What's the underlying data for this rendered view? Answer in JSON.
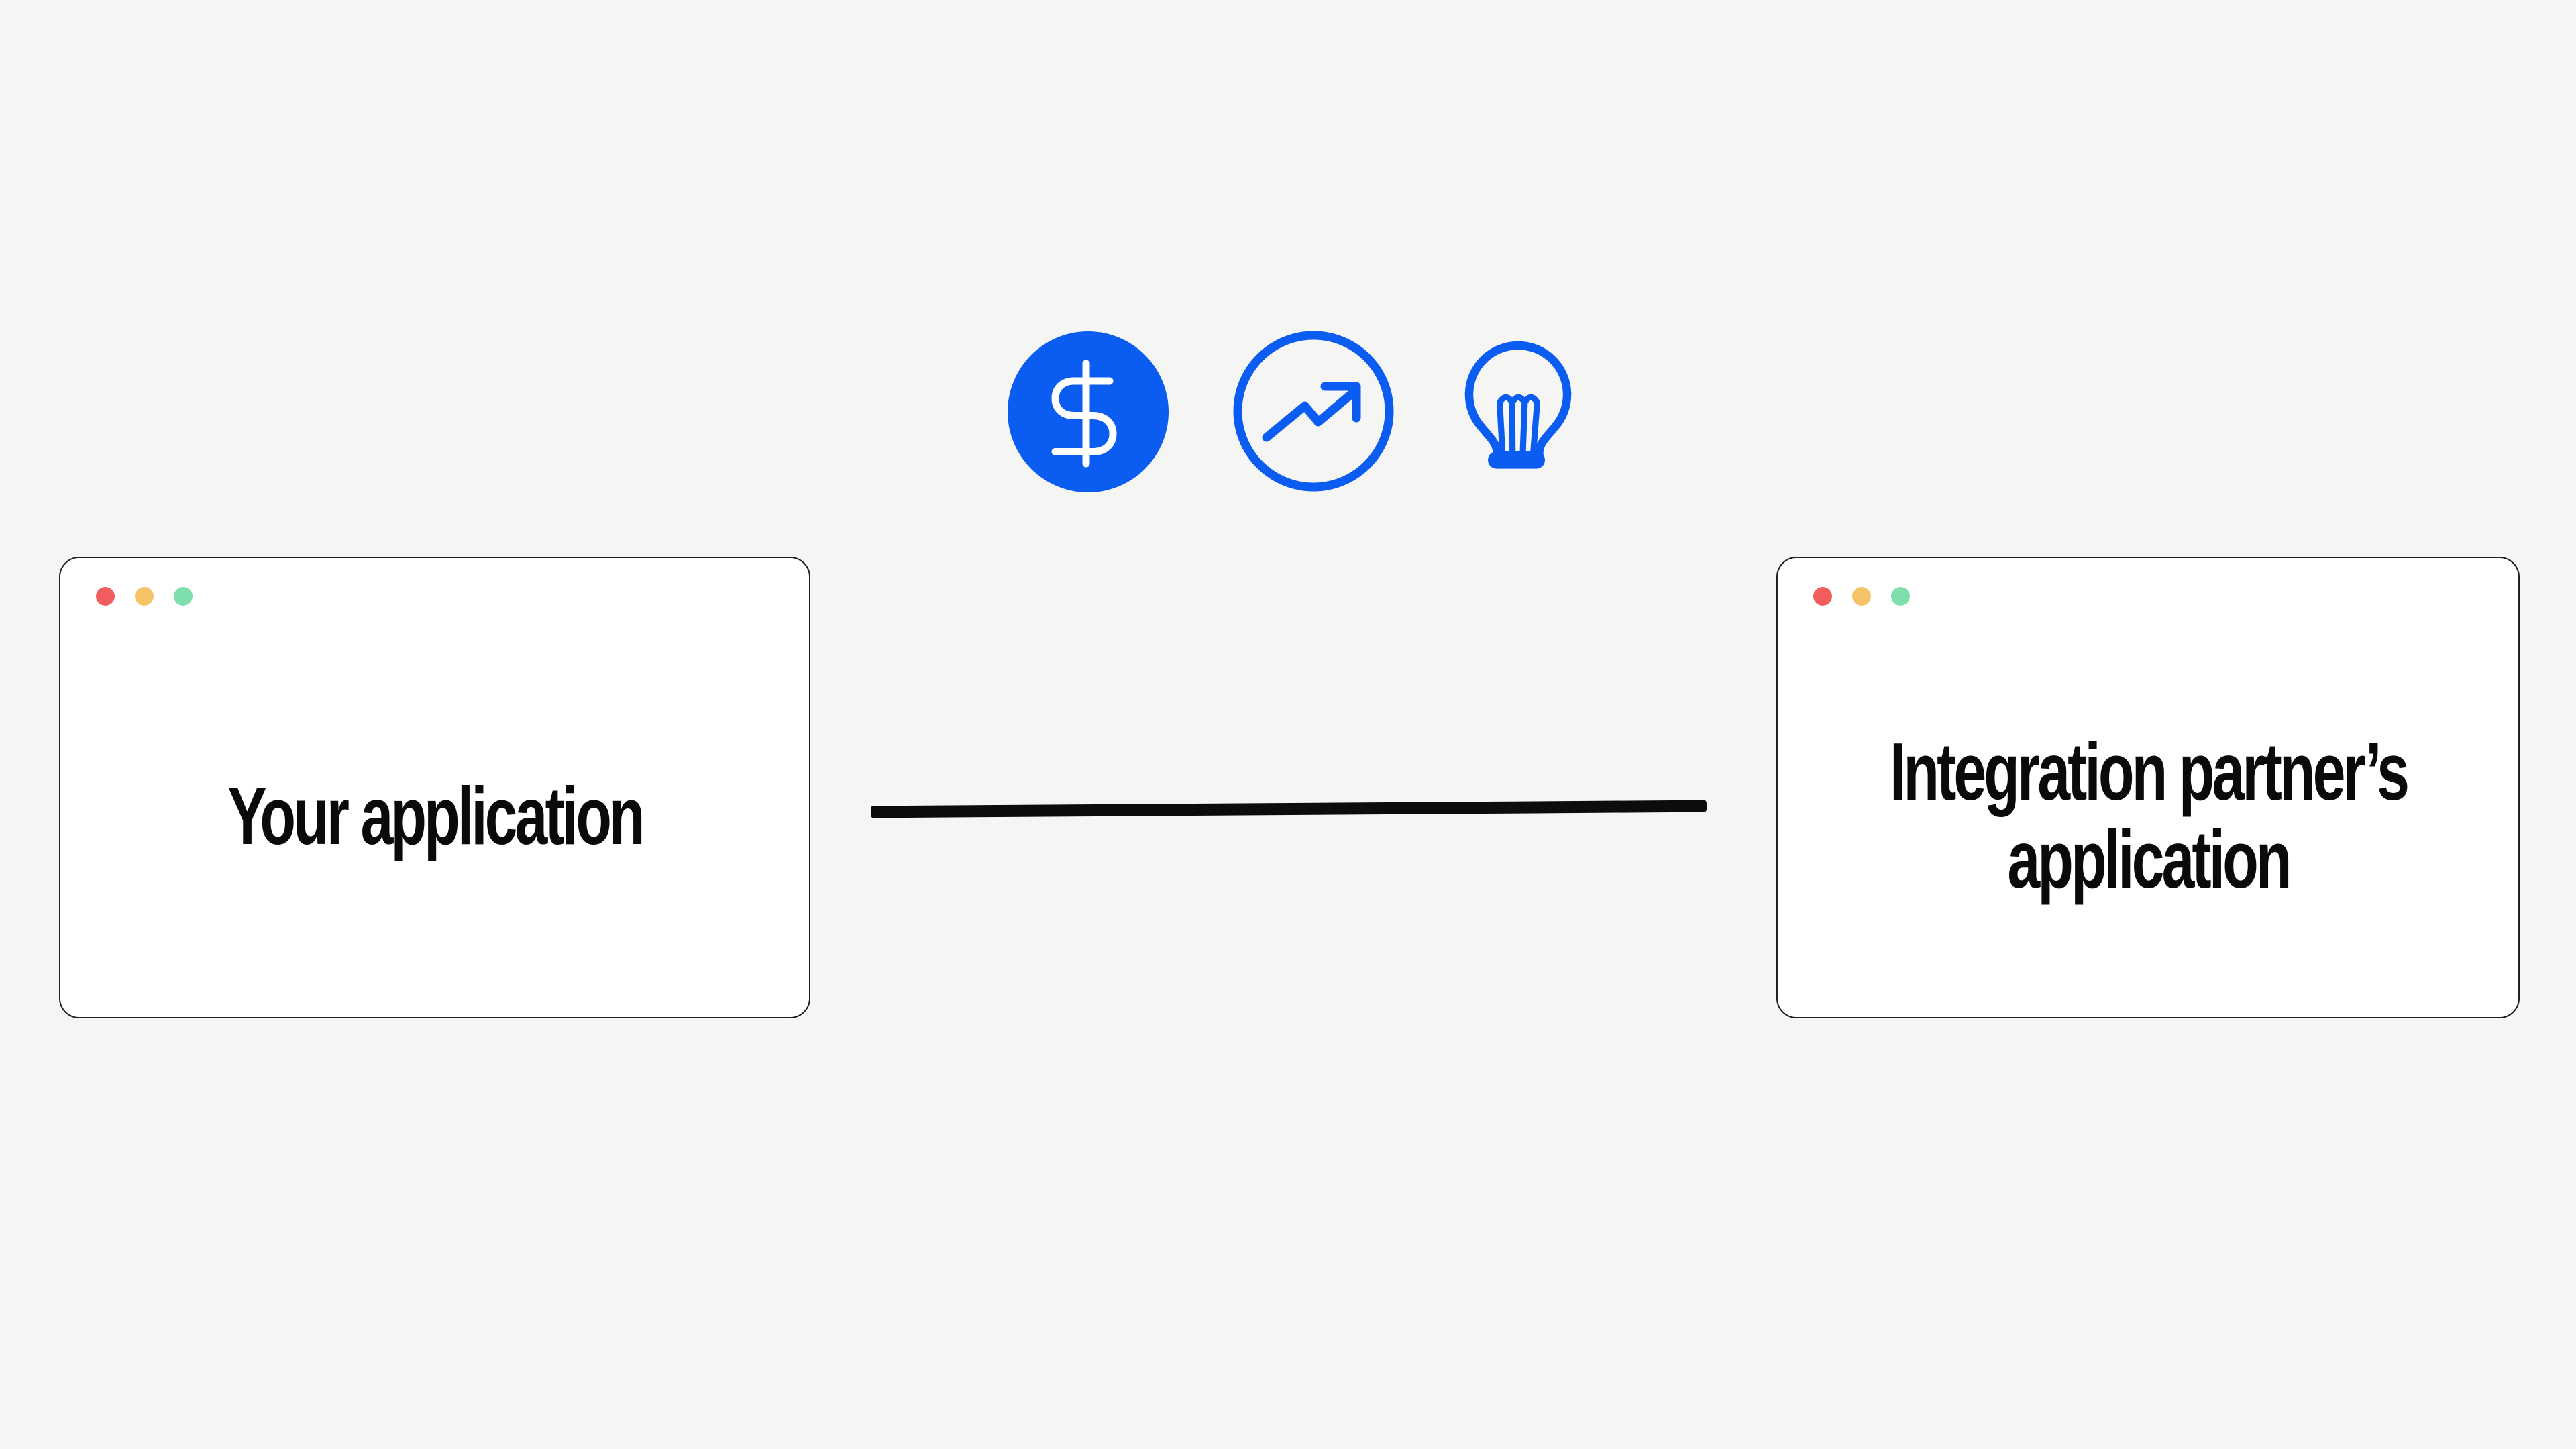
{
  "diagram": {
    "left_window": {
      "title": "Your application"
    },
    "right_window": {
      "title_line1": "Integration partner’s",
      "title_line2": "application"
    },
    "icons": [
      {
        "name": "dollar-circle-icon",
        "meaning": "payments / money"
      },
      {
        "name": "trending-up-icon",
        "meaning": "growth chart"
      },
      {
        "name": "lightbulb-icon",
        "meaning": "idea / insight"
      }
    ],
    "connector": {
      "style": "solid horizontal line"
    }
  },
  "colors": {
    "accent_blue": "#0B5CF0",
    "background": "#F5F5F4",
    "ink": "#0A0A0A",
    "window_border": "#1F1F1F",
    "traffic_red": "#F15C5C",
    "traffic_yellow": "#F6C368",
    "traffic_green": "#7EDFAC"
  }
}
